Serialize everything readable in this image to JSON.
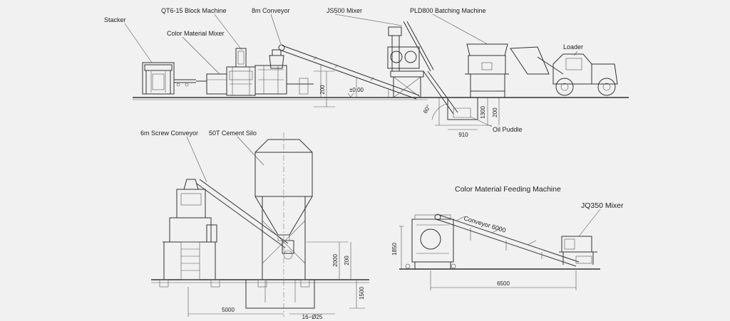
{
  "labels": {
    "stacker": "Stacker",
    "block_machine": "QT6-15 Block Machine",
    "color_mixer": "Color Material Mixer",
    "conveyor_8m": "8m Conveyor",
    "js500_mixer": "JS500 Mixer",
    "pld800": "PLD800 Batching Machine",
    "loader": "Loader",
    "oil_puddle": "Oil Puddle",
    "screw_conveyor": "6m Screw Conveyor",
    "cement_silo": "50T Cement Silo",
    "color_feeding_title": "Color Material Feeding Machine",
    "jq350_mixer": "JQ350 Mixer",
    "conveyor_6000": "Conveyor 6000"
  },
  "dimensions": {
    "top_200_left": "200",
    "top_level": "±0.00",
    "angle": "60°",
    "dim_1300": "1300",
    "dim_200_right": "200",
    "dim_910": "910",
    "silo_2000": "2000",
    "silo_200": "200",
    "silo_1500": "1500",
    "silo_5000": "5000",
    "silo_bolts": "16−Ø25",
    "feed_1850": "1850",
    "feed_6500": "6500"
  }
}
